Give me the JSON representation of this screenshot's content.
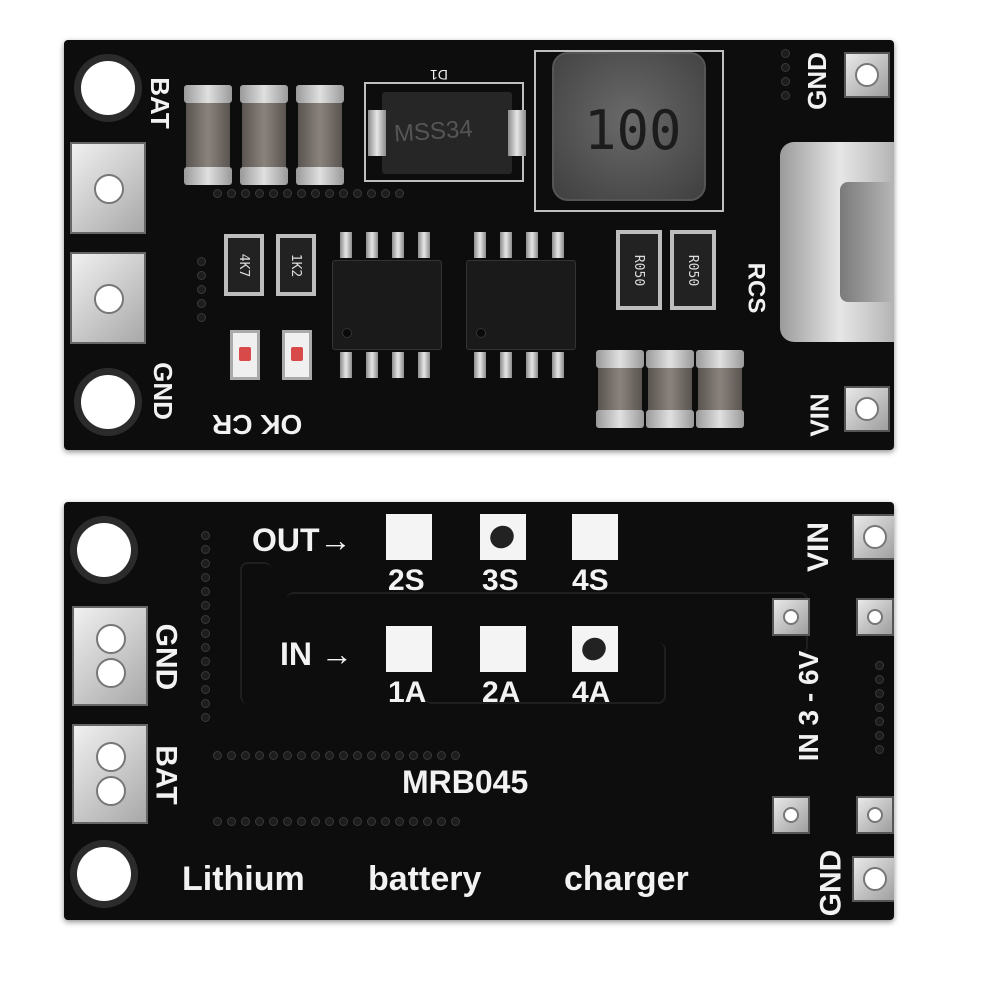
{
  "top_board": {
    "labels": {
      "bat": "BAT",
      "gnd_left": "GND",
      "gnd_right": "GND",
      "vin": "VIN",
      "ok_cr": "OK CR",
      "rcs": "RCS",
      "d1": "D1"
    },
    "components": {
      "diode_marking": "MSS34",
      "inductor_marking": "100",
      "resistor_left_1": "4K7",
      "resistor_left_2": "1K2",
      "resistor_rcs_1": "R050",
      "resistor_rcs_2": "R050"
    }
  },
  "bottom_board": {
    "labels": {
      "out_arrow": "OUT→",
      "in_arrow": "IN →",
      "out_options": [
        "2S",
        "3S",
        "4S"
      ],
      "in_options": [
        "1A",
        "2A",
        "4A"
      ],
      "gnd_left": "GND",
      "bat_left": "BAT",
      "vin_right": "VIN",
      "input_range": "IN  3 - 6V",
      "gnd_right": "GND",
      "model": "MRB045",
      "tagline_words": [
        "Lithium",
        "battery",
        "charger"
      ]
    }
  },
  "colors": {
    "pcb": "#0d0d0d",
    "silkscreen": "#f2f2f2",
    "pad": "#d8d8d8",
    "led_red": "#d84a4a"
  }
}
